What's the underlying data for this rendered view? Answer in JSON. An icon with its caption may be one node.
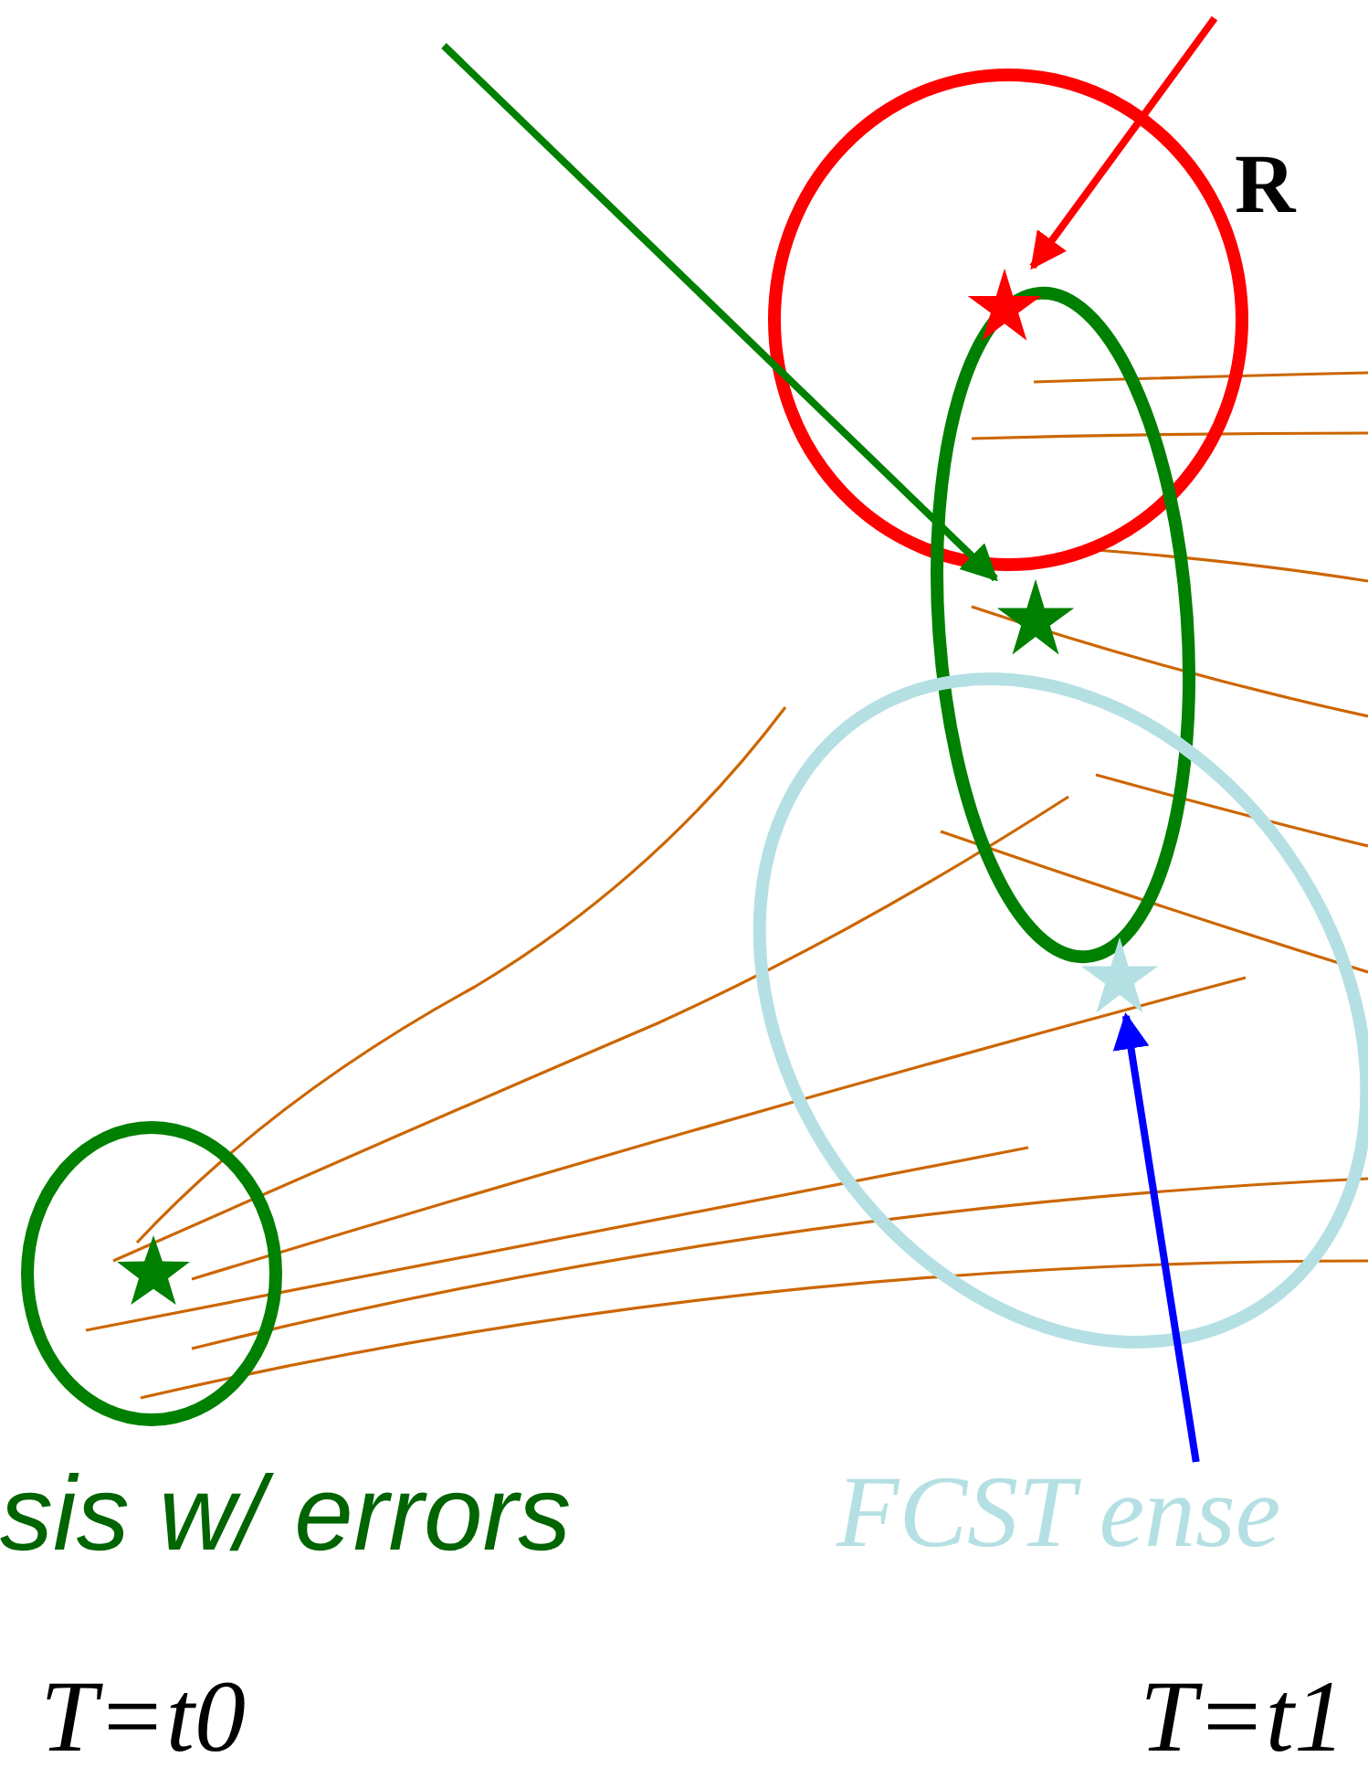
{
  "diagram": {
    "nodes": [
      {
        "text": [],
        "shape": "star"
      },
      {
        "text": [],
        "shape": "star"
      },
      {
        "text": [],
        "shape": "star"
      },
      {
        "text": [
          "FCST ense"
        ]
      }
    ],
    "edges": [
      {
        "from": null,
        "to": 0,
        "arrow": "to",
        "color": "#ff0000"
      },
      {
        "from": null,
        "to": 1,
        "arrow": "to",
        "color": "#008000"
      },
      {
        "from": 3,
        "to": 2,
        "arrow": "to",
        "color": "#0000ff"
      }
    ],
    "labels": [
      "R",
      "sis w/ errors",
      "T=t0",
      "T=t1"
    ]
  }
}
